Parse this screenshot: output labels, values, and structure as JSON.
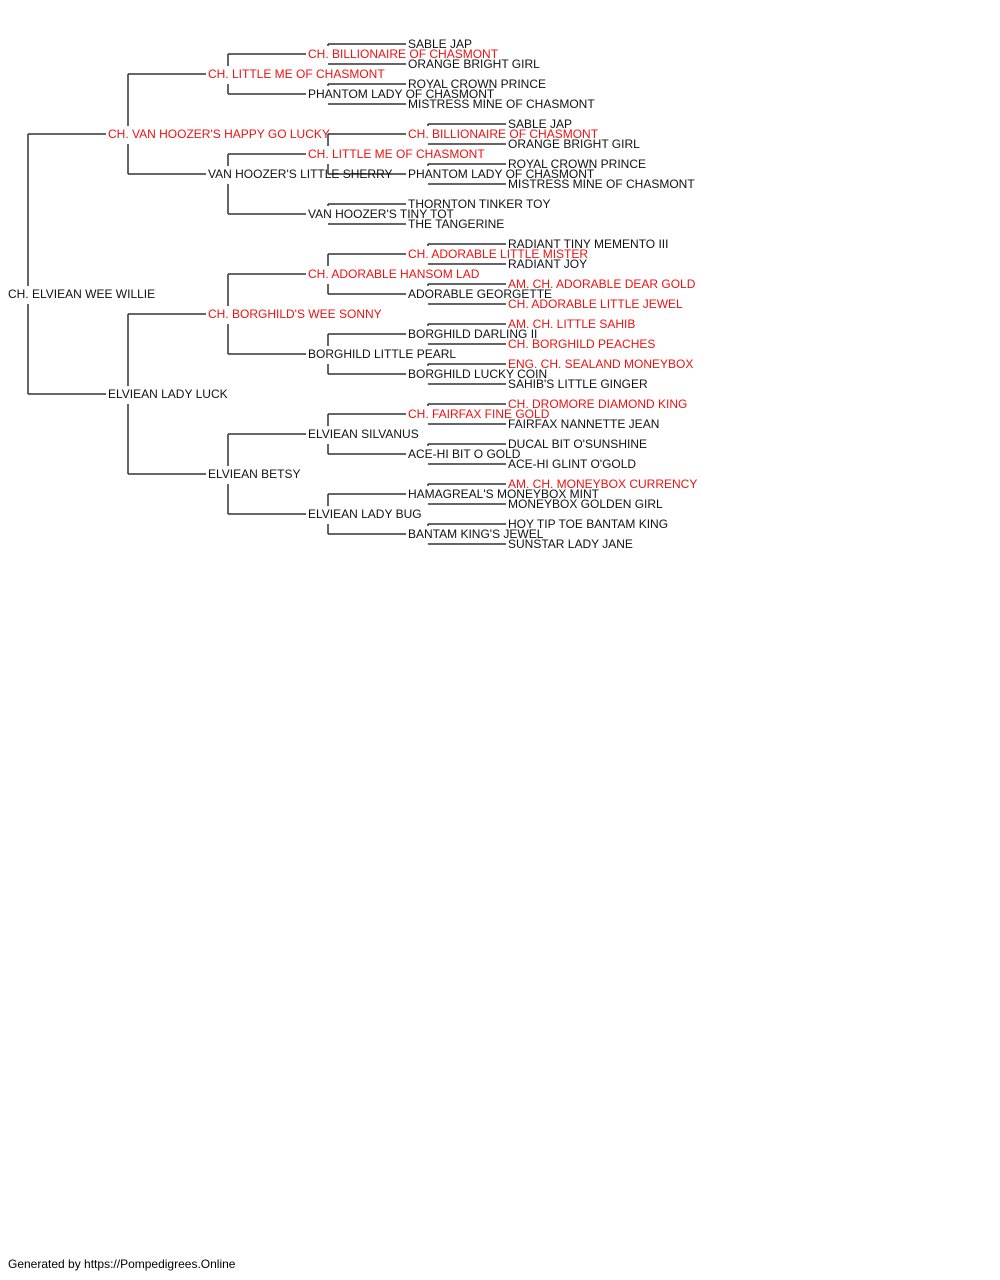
{
  "colors": {
    "champion": "#ee1111",
    "normal": "#111111",
    "line": "#333333"
  },
  "footer": "Generated by https://Pompedigrees.Online",
  "pedigree": {
    "name": "CH. ELVIEAN WEE WILLIE",
    "champion": false,
    "sire": {
      "name": "CH. VAN HOOZER'S HAPPY GO LUCKY",
      "champion": true,
      "sire": {
        "name": "CH. LITTLE ME OF CHASMONT",
        "champion": true,
        "sire": {
          "name": "CH. BILLIONAIRE OF CHASMONT",
          "champion": true,
          "sire": {
            "name": "SABLE JAP",
            "champion": false
          },
          "dam": {
            "name": "ORANGE BRIGHT GIRL",
            "champion": false
          }
        },
        "dam": {
          "name": "PHANTOM LADY OF CHASMONT",
          "champion": false,
          "sire": {
            "name": "ROYAL CROWN PRINCE",
            "champion": false
          },
          "dam": {
            "name": "MISTRESS MINE OF CHASMONT",
            "champion": false
          }
        }
      },
      "dam": {
        "name": "VAN HOOZER'S LITTLE SHERRY",
        "champion": false,
        "sire": {
          "name": "CH. LITTLE ME OF CHASMONT",
          "champion": true,
          "sire": {
            "name": "CH. BILLIONAIRE OF CHASMONT",
            "champion": true,
            "sire": {
              "name": "SABLE JAP",
              "champion": false
            },
            "dam": {
              "name": "ORANGE BRIGHT GIRL",
              "champion": false
            }
          },
          "dam": {
            "name": "PHANTOM LADY OF CHASMONT",
            "champion": false,
            "sire": {
              "name": "ROYAL CROWN PRINCE",
              "champion": false
            },
            "dam": {
              "name": "MISTRESS MINE OF CHASMONT",
              "champion": false
            }
          }
        },
        "dam": {
          "name": "VAN HOOZER'S TINY TOT",
          "champion": false,
          "sire": {
            "name": "THORNTON TINKER TOY",
            "champion": false
          },
          "dam": {
            "name": "THE TANGERINE",
            "champion": false
          }
        }
      }
    },
    "dam": {
      "name": "ELVIEAN LADY LUCK",
      "champion": false,
      "sire": {
        "name": "CH. BORGHILD'S WEE SONNY",
        "champion": true,
        "sire": {
          "name": "CH. ADORABLE HANSOM LAD",
          "champion": true,
          "sire": {
            "name": "CH. ADORABLE LITTLE MISTER",
            "champion": true,
            "sire": {
              "name": "RADIANT TINY MEMENTO III",
              "champion": false
            },
            "dam": {
              "name": "RADIANT JOY",
              "champion": false
            }
          },
          "dam": {
            "name": "ADORABLE GEORGETTE",
            "champion": false,
            "sire": {
              "name": "AM. CH. ADORABLE DEAR GOLD",
              "champion": true
            },
            "dam": {
              "name": "CH. ADORABLE LITTLE JEWEL",
              "champion": true
            }
          }
        },
        "dam": {
          "name": "BORGHILD LITTLE PEARL",
          "champion": false,
          "sire": {
            "name": "BORGHILD DARLING II",
            "champion": false,
            "sire": {
              "name": "AM. CH. LITTLE SAHIB",
              "champion": true
            },
            "dam": {
              "name": "CH. BORGHILD PEACHES",
              "champion": true
            }
          },
          "dam": {
            "name": "BORGHILD LUCKY COIN",
            "champion": false,
            "sire": {
              "name": "ENG. CH. SEALAND MONEYBOX",
              "champion": true
            },
            "dam": {
              "name": "SAHIB'S LITTLE GINGER",
              "champion": false
            }
          }
        }
      },
      "dam": {
        "name": "ELVIEAN BETSY",
        "champion": false,
        "sire": {
          "name": "ELVIEAN SILVANUS",
          "champion": false,
          "sire": {
            "name": "CH. FAIRFAX FINE GOLD",
            "champion": true,
            "sire": {
              "name": "CH. DROMORE DIAMOND KING",
              "champion": true
            },
            "dam": {
              "name": "FAIRFAX NANNETTE JEAN",
              "champion": false
            }
          },
          "dam": {
            "name": "ACE-HI BIT O GOLD",
            "champion": false,
            "sire": {
              "name": "DUCAL BIT O'SUNSHINE",
              "champion": false
            },
            "dam": {
              "name": "ACE-HI GLINT O'GOLD",
              "champion": false
            }
          }
        },
        "dam": {
          "name": "ELVIEAN LADY BUG",
          "champion": false,
          "sire": {
            "name": "HAMAGREAL'S MONEYBOX MINT",
            "champion": false,
            "sire": {
              "name": "AM. CH. MONEYBOX CURRENCY",
              "champion": true
            },
            "dam": {
              "name": "MONEYBOX GOLDEN GIRL",
              "champion": false
            }
          },
          "dam": {
            "name": "BANTAM KING'S JEWEL",
            "champion": false,
            "sire": {
              "name": "HOY TIP TOE BANTAM KING",
              "champion": false
            },
            "dam": {
              "name": "SUNSTAR LADY JANE",
              "champion": false
            }
          }
        }
      }
    }
  }
}
